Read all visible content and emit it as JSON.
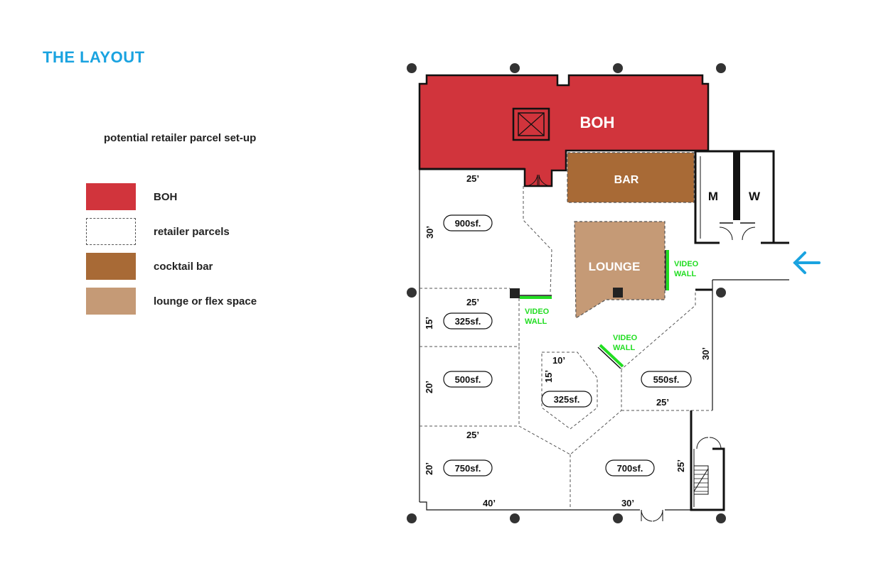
{
  "title": "THE LAYOUT",
  "subtitle": "potential retailer parcel set-up",
  "colors": {
    "title": "#1aa3e0",
    "boh": "#d1343c",
    "cocktail_bar": "#a86a36",
    "lounge": "#c59a76",
    "video_wall": "#22dd22",
    "entrance_arrow": "#1aa3e0"
  },
  "legend": [
    {
      "label": "BOH",
      "color": "#d1343c",
      "style": "solid"
    },
    {
      "label": "retailer parcels",
      "color": "#ffffff",
      "style": "dashed"
    },
    {
      "label": "cocktail bar",
      "color": "#a86a36",
      "style": "solid"
    },
    {
      "label": "lounge or flex space",
      "color": "#c59a76",
      "style": "solid"
    }
  ],
  "plan": {
    "zones": {
      "boh": "BOH",
      "bar": "BAR",
      "lounge": "LOUNGE",
      "restroom_m": "M",
      "restroom_w": "W"
    },
    "video_wall": {
      "line1": "VIDEO",
      "line2": "WALL"
    },
    "parcels": {
      "p900": "900sf.",
      "p325a": "325sf.",
      "p500": "500sf.",
      "p325b": "325sf.",
      "p550": "550sf.",
      "p750": "750sf.",
      "p700": "700sf."
    },
    "dimensions": {
      "d25_top": "25’",
      "d30_left": "30’",
      "d25_mid": "25’",
      "d15_left": "15’",
      "d20_left": "20’",
      "d10": "10’",
      "d15_inner": "15’",
      "d25_low": "25’",
      "d20_low": "20’",
      "d30_right": "30’",
      "d25_right": "25’",
      "d25_stair": "25’",
      "d40_bottom": "40’",
      "d30_bottom": "30’"
    },
    "icons": [
      "column-dot",
      "elevator-icon",
      "door-swing-icon",
      "stair-icon",
      "entrance-arrow-icon"
    ]
  }
}
